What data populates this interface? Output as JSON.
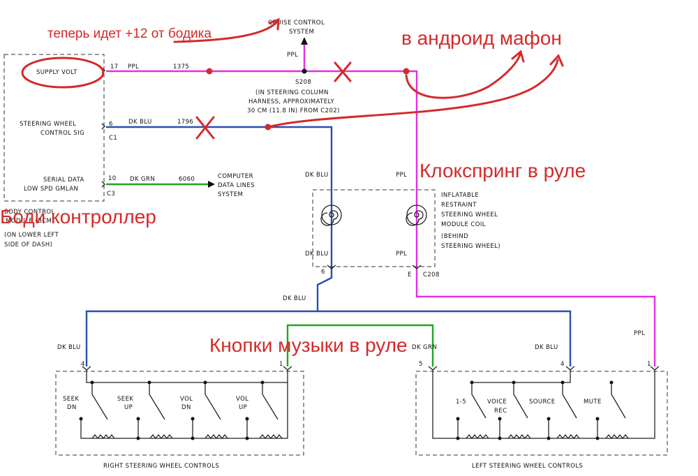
{
  "colors": {
    "ppl": "#e52fe5",
    "dk_blu": "#2a4fae",
    "dk_grn": "#1ea81e",
    "annotation": "#d42a2a"
  },
  "annotations": {
    "note_12v": "теперь идет +12 от бодика",
    "android": "в андроид мафон",
    "clockspring": "Клокспринг в руле",
    "body_controller": "Боди контроллер",
    "music_buttons": "Кнопки музыки в руле"
  },
  "bcm": {
    "supply_volt": "SUPPLY VOLT",
    "supply_pin": "17",
    "swc_line1": "STEERING WHEEL",
    "swc_line2": "CONTROL SIG",
    "swc_pin": "6",
    "c1": "C1",
    "serial_line1": "SERIAL DATA",
    "serial_line2": "LOW SPD GMLAN",
    "serial_pin": "10",
    "c3": "C3",
    "name_line1": "BODY CONTROL",
    "name_line2": "MODULE (BCM)",
    "loc_line1": "(ON LOWER LEFT",
    "loc_line2": "SIDE OF DASH)"
  },
  "cruise": {
    "line1": "CRUISE CONTROL",
    "line2": "SYSTEM"
  },
  "splice": {
    "id": "S208",
    "note1": "(IN STEERING COLUMN",
    "note2": "HARNESS, APPROXIMATELY",
    "note3": "30 CM (11.8 IN) FROM C202)"
  },
  "wires": {
    "ppl": "PPL",
    "ppl_circuit": "1375",
    "dk_blu": "DK BLU",
    "dk_blu_circuit": "1796",
    "dk_grn": "DK GRN",
    "dk_grn_circuit": "6060"
  },
  "computer": {
    "line1": "COMPUTER",
    "line2": "DATA LINES",
    "line3": "SYSTEM"
  },
  "coil": {
    "line1": "INFLATABLE",
    "line2": "RESTRAINT",
    "line3": "STEERING WHEEL",
    "line4": "MODULE COIL",
    "line5": "(BEHIND",
    "line6": "STEERING WHEEL)",
    "pin_left": "6",
    "pin_right": "E",
    "connector": "C208"
  },
  "right_controls": {
    "title": "RIGHT STEERING WHEEL CONTROLS",
    "pin_a": "4",
    "pin_b": "1",
    "sw1": [
      "SEEK",
      "DN"
    ],
    "sw2": [
      "SEEK",
      "UP"
    ],
    "sw3": [
      "VOL",
      "DN"
    ],
    "sw4": [
      "VOL",
      "UP"
    ]
  },
  "left_controls": {
    "title": "LEFT STEERING WHEEL CONTROLS",
    "pin_a": "5",
    "pin_b": "4",
    "pin_c": "1",
    "sw1": "1-5",
    "sw2": [
      "VOICE",
      "REC"
    ],
    "sw3": "SOURCE",
    "sw4": "MUTE"
  }
}
